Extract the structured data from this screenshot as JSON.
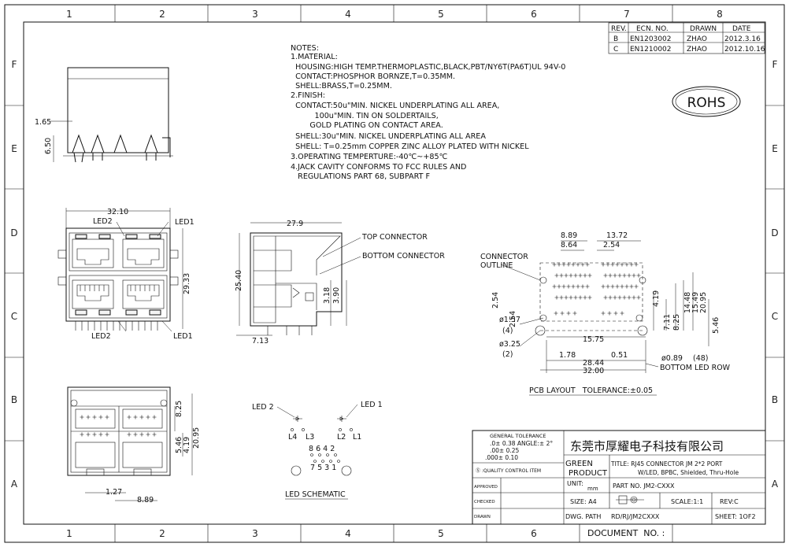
{
  "grid": {
    "cols": [
      "1",
      "2",
      "3",
      "4",
      "5",
      "6",
      "7",
      "8"
    ],
    "rows": [
      "F",
      "E",
      "D",
      "C",
      "B",
      "A"
    ]
  },
  "revisions": {
    "headers": [
      "REV.",
      "ECN. NO.",
      "DRAWN",
      "DATE"
    ],
    "rows": [
      [
        "B",
        "EN1203002",
        "ZHAO",
        "2012.3.16"
      ],
      [
        "C",
        "EN1210002",
        "ZHAO",
        "2012.10.16"
      ]
    ]
  },
  "rohs": "ROHS",
  "notes": [
    "NOTES:",
    "1.MATERIAL:",
    "  HOUSING:HIGH TEMP.THERMOPLASTIC,BLACK,PBT/NY6T(PA6T)UL 94V-0",
    "  CONTACT:PHOSPHOR BORNZE,T=0.35MM.",
    "  SHELL:BRASS,T=0.25MM.",
    "2.FINISH:",
    "  CONTACT:50u\"MIN. NICKEL UNDERPLATING ALL AREA,",
    "          100u\"MIN. TIN ON SOLDERTAILS,",
    "        GOLD PLATING ON CONTACT AREA.",
    "  SHELL:30u\"MIN. NICKEL UNDERPLATING ALL AREA",
    "  SHELL: T=0.25mm COPPER ZINC ALLOY PLATED WITH NICKEL",
    "3.OPERATING TEMPERTURE:-40℃~+85℃",
    "4.JACK CAVITY CONFORMS TO FCC RULES AND",
    "   REGULATIONS PART 68, SUBPART F"
  ],
  "side_top": {
    "dim_165": "1.65",
    "dim_650": "6.50"
  },
  "front": {
    "width": "32.10",
    "height": "29.33",
    "led2_top": "LED2",
    "led1_top": "LED1",
    "led2_bot": "LED2",
    "led1_bot": "LED1"
  },
  "side": {
    "width": "27.9",
    "height": "25.40",
    "dim_318": "3.18",
    "dim_390": "3.90",
    "dim_713": "7.13",
    "top_connector": "TOP CONNECTOR",
    "bottom_connector": "BOTTOM CONNECTOR"
  },
  "pcb": {
    "connector_outline_1": "CONNECTOR",
    "connector_outline_2": "OUTLINE",
    "d889": "8.89",
    "d864": "8.64",
    "d1372": "13.72",
    "d254a": "2.54",
    "d254b": "2.54",
    "d254c": "2.54",
    "d157": "ø1.57",
    "n4": "(4)",
    "d325": "ø3.25",
    "n2": "(2)",
    "d1575": "15.75",
    "d178": "1.78",
    "d051": "0.51",
    "d2844": "28.44",
    "d3200": "32.00",
    "d089": "ø0.89",
    "n48": "(48)",
    "bottom_led_row": "BOTTOM LED ROW",
    "d419": "4.19",
    "d711": "7.11",
    "d825": "8.25",
    "d1448": "14.48",
    "d1549": "15.49",
    "d2095": "20.95",
    "d546": "5.46",
    "caption": "PCB LAYOUT   TOLERANCE:±0.05"
  },
  "bottom": {
    "d825": "8.25",
    "d2095": "20.95",
    "d546": "5.46",
    "d419": "4.19",
    "d127": "1.27",
    "d889": "8.89"
  },
  "led_schematic": {
    "led2": "LED 2",
    "led1": "LED 1",
    "l4": "L4",
    "l3": "L3",
    "l2": "L2",
    "l1": "L1",
    "pins_top": "8 6 4 2",
    "pins_bot": "7 5 3 1",
    "caption": "LED SCHEMATIC"
  },
  "title_block": {
    "gen_tol_title": "GENERAL TOLERANCE",
    "tol_1": ".0± 0.38  ANGLE:± 2°",
    "tol_2": ".00± 0.25",
    "tol_3": ".000± 0.10",
    "qc_item": "Ⓢ :QUALITY CONTROL ITEM",
    "approved": "APPROVED",
    "checked": "CHECKED",
    "drawn": "DRAWN",
    "company": "东莞市厚耀电子科技有限公司",
    "green": "GREEN",
    "product": "PRODUCT",
    "title": "TITLE: RJ45 CONNECTOR JM 2*2 PORT",
    "title2": "W/LED, BPBC, Shielded, Thru-Hole",
    "unit": "UNIT:",
    "unit_val": "mm",
    "part_no": "PART NO. JM2-CXXX",
    "size": "SIZE: A4",
    "scale": "SCALE:1:1",
    "rev": "REV:C",
    "dwg_path": "DWG. PATH",
    "path_val": "RD/RJ/JM2CXXX",
    "sheet": "SHEET: 1OF2",
    "document_no": "DOCUMENT  NO. :"
  }
}
